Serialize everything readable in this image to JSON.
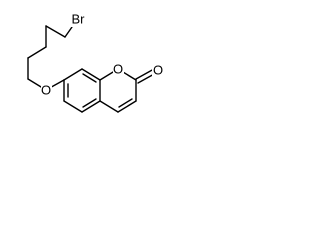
{
  "molecule": {
    "atoms": {
      "bromine": "Br",
      "ether_oxygen": "O",
      "ring_oxygen": "O",
      "carbonyl_oxygen": "O"
    },
    "colors": {
      "bond": "#000000",
      "label": "#000000",
      "background": "#ffffff"
    }
  }
}
